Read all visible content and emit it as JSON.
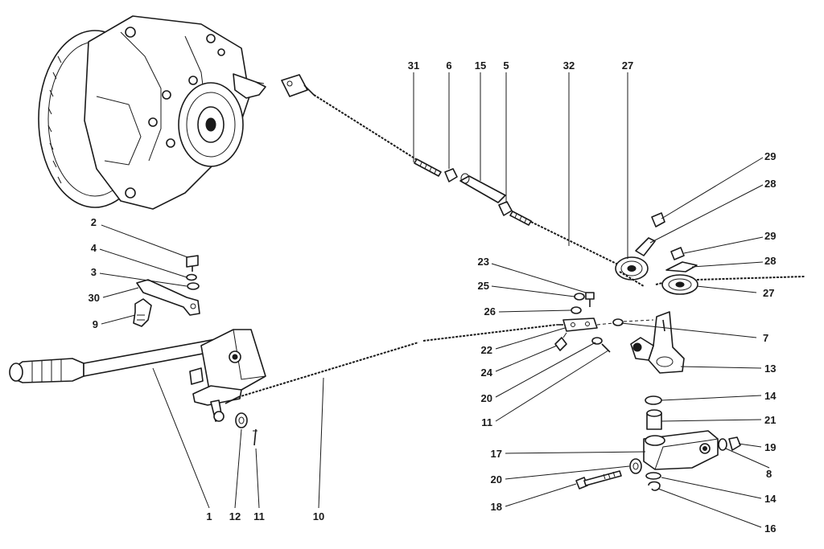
{
  "callouts": [
    {
      "id": "c31a",
      "text": "31"
    },
    {
      "id": "c6",
      "text": "6"
    },
    {
      "id": "c15",
      "text": "15"
    },
    {
      "id": "c5",
      "text": "5"
    },
    {
      "id": "c32",
      "text": "32"
    },
    {
      "id": "c27a",
      "text": "27"
    },
    {
      "id": "c29a",
      "text": "29"
    },
    {
      "id": "c28a",
      "text": "28"
    },
    {
      "id": "c29b",
      "text": "29"
    },
    {
      "id": "c28b",
      "text": "28"
    },
    {
      "id": "c27b",
      "text": "27"
    },
    {
      "id": "c2",
      "text": "2"
    },
    {
      "id": "c4",
      "text": "4"
    },
    {
      "id": "c3",
      "text": "3"
    },
    {
      "id": "c30",
      "text": "30"
    },
    {
      "id": "c9",
      "text": "9"
    },
    {
      "id": "c23",
      "text": "23"
    },
    {
      "id": "c25",
      "text": "25"
    },
    {
      "id": "c26",
      "text": "26"
    },
    {
      "id": "c22",
      "text": "22"
    },
    {
      "id": "c24",
      "text": "24"
    },
    {
      "id": "c20a",
      "text": "20"
    },
    {
      "id": "c11a",
      "text": "11"
    },
    {
      "id": "c7",
      "text": "7"
    },
    {
      "id": "c13",
      "text": "13"
    },
    {
      "id": "c14a",
      "text": "14"
    },
    {
      "id": "c21",
      "text": "21"
    },
    {
      "id": "c17",
      "text": "17"
    },
    {
      "id": "c19",
      "text": "19"
    },
    {
      "id": "c8",
      "text": "8"
    },
    {
      "id": "c20b",
      "text": "20"
    },
    {
      "id": "c14b",
      "text": "14"
    },
    {
      "id": "c18",
      "text": "18"
    },
    {
      "id": "c16",
      "text": "16"
    },
    {
      "id": "c1",
      "text": "1"
    },
    {
      "id": "c12",
      "text": "12"
    },
    {
      "id": "c11b",
      "text": "11"
    },
    {
      "id": "c10",
      "text": "10"
    }
  ]
}
